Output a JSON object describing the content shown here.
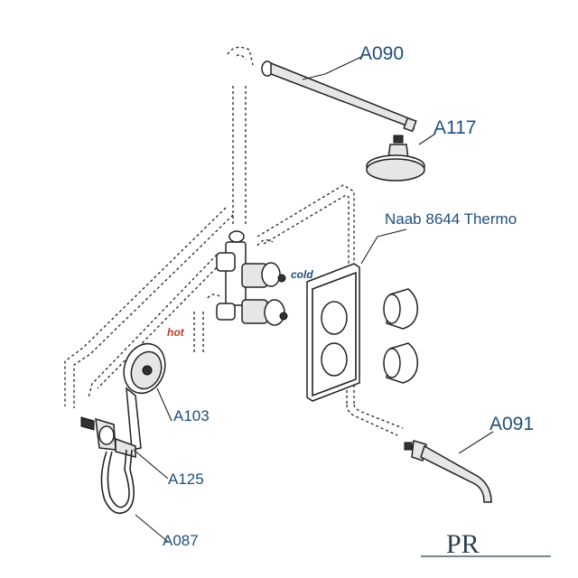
{
  "labels": {
    "shower_arm": "A090",
    "overhead_shower": "A117",
    "valve_panel": "Naab 8644 Thermo",
    "bath_spout": "A091",
    "hand_shower": "A103",
    "holder": "A125",
    "hose": "A087",
    "hot": "hot",
    "cold": "cold"
  },
  "logo": {
    "text": "PR"
  },
  "colors": {
    "label_text": "#1f4e79",
    "hot_text": "#c0392b",
    "line": "#222222",
    "metal_fill": "#e6e6e6"
  }
}
